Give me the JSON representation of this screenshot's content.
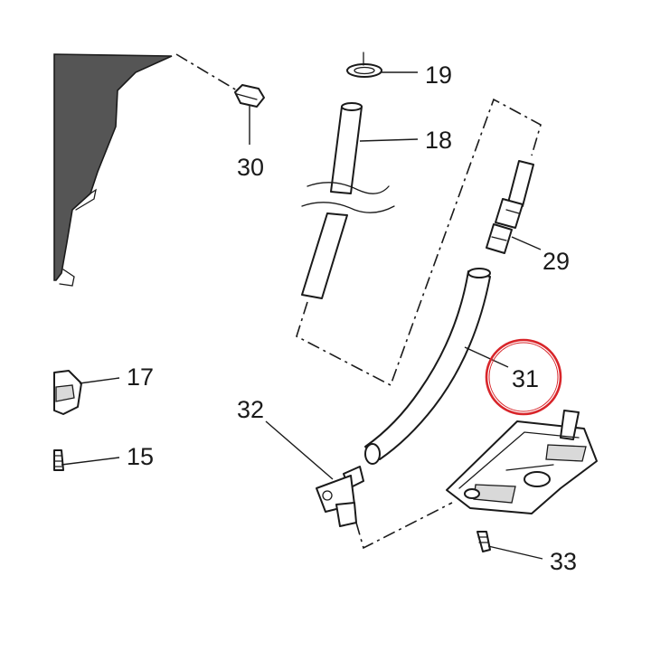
{
  "callouts": [
    {
      "id": "19",
      "label": "19"
    },
    {
      "id": "18",
      "label": "18"
    },
    {
      "id": "30",
      "label": "30"
    },
    {
      "id": "29",
      "label": "29"
    },
    {
      "id": "17",
      "label": "17"
    },
    {
      "id": "31",
      "label": "31"
    },
    {
      "id": "32",
      "label": "32"
    },
    {
      "id": "15",
      "label": "15"
    },
    {
      "id": "33",
      "label": "33"
    }
  ],
  "highlight": {
    "callout": "31",
    "color": "#d8252a"
  },
  "colors": {
    "ink": "#1a1a1a",
    "housing": "#555555"
  }
}
